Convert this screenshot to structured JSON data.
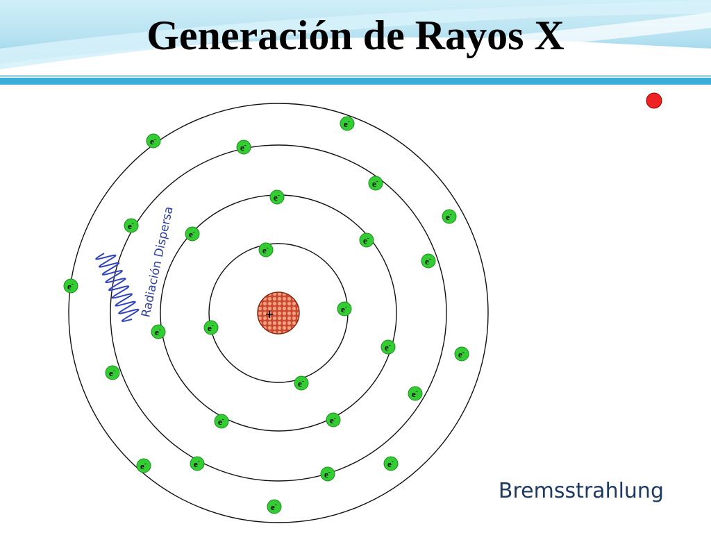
{
  "slide": {
    "title": "Generación de Rayos X",
    "caption": "Bremsstrahlung"
  },
  "diagram": {
    "nucleus_label": "+",
    "electron_label": "e",
    "electron_charge": "-",
    "wave_label": "Radiación Dispersa",
    "icons": {
      "red_dot": "incoming-electron-dot"
    }
  },
  "colors": {
    "electron_fill": "#33cc33",
    "nucleus_fill": "#e07050",
    "incoming_dot": "#ee2222",
    "wave": "#3344bb",
    "caption": "#1f3a60",
    "header_top": "#a9dcee",
    "header_bottom": "#3aaed8"
  }
}
